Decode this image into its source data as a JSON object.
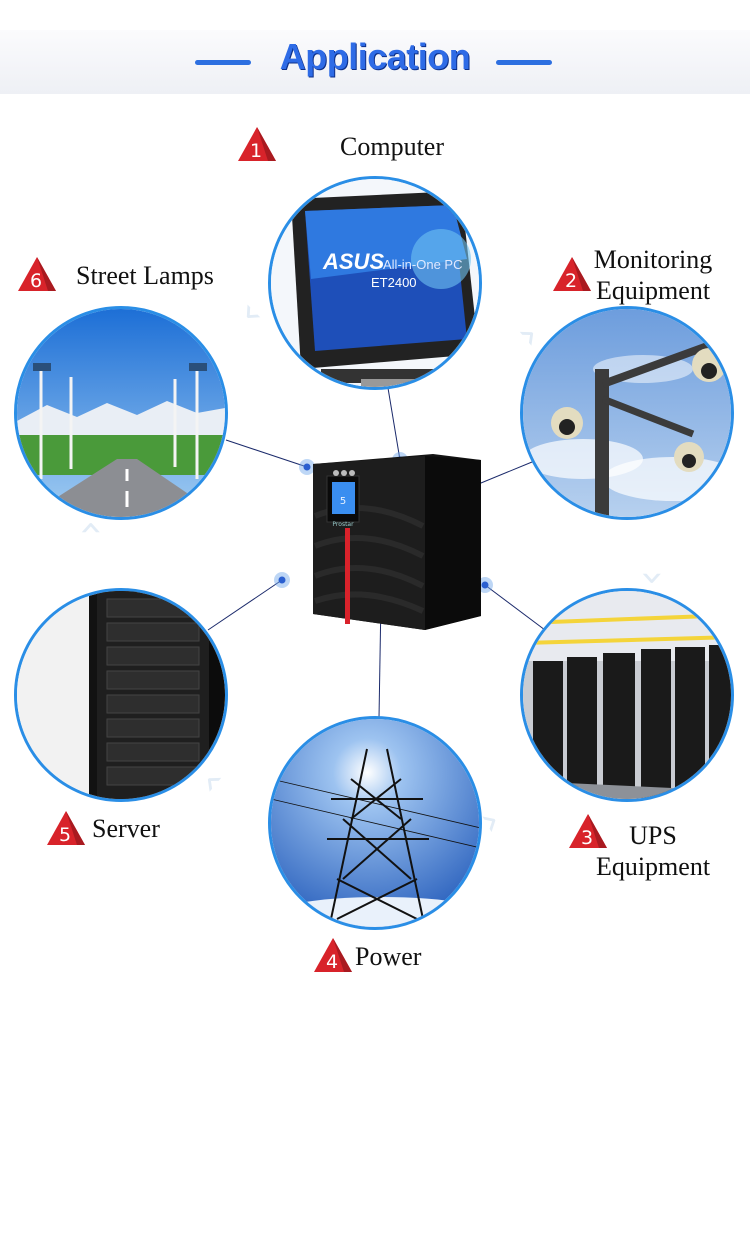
{
  "title": "Application",
  "accent": "#2a8ee6",
  "items": [
    {
      "num": "1",
      "label": "Computer",
      "icon": "computer-monitor-image"
    },
    {
      "num": "2",
      "label": "Monitoring Equipment",
      "line1": "Monitoring",
      "line2": "Equipment",
      "icon": "security-camera-image"
    },
    {
      "num": "3",
      "label": "UPS Equipment",
      "line1": "UPS",
      "line2": "Equipment",
      "icon": "data-center-image"
    },
    {
      "num": "4",
      "label": "Power",
      "icon": "power-tower-image"
    },
    {
      "num": "5",
      "label": "Server",
      "icon": "server-rack-image"
    },
    {
      "num": "6",
      "label": "Street Lamps",
      "icon": "street-lamps-image"
    }
  ],
  "images": {
    "computer_brand": "ASUS",
    "computer_model": "All-in-One PC",
    "computer_model_code": "ET2400",
    "ups_brand": "Prostar"
  }
}
